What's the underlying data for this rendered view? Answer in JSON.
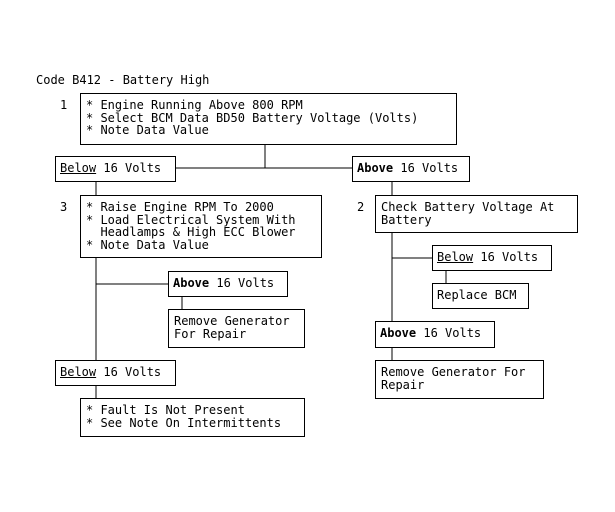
{
  "title": "Code B412 - Battery High",
  "steps": {
    "s1": {
      "num": "1",
      "lines": [
        "* Engine Running Above 800 RPM",
        "* Select BCM Data BD50 Battery Voltage (Volts)",
        "* Note Data Value"
      ]
    },
    "s3": {
      "num": "3",
      "lines": [
        "* Raise Engine RPM To 2000",
        "* Load Electrical System With",
        "  Headlamps & High ECC Blower",
        "* Note Data Value"
      ]
    },
    "s2": {
      "num": "2",
      "lines": [
        "Check Battery Voltage At",
        "Battery"
      ]
    }
  },
  "conditions": {
    "below": "Below",
    "above": "Above",
    "value": " 16 Volts"
  },
  "results": {
    "r_gen_left": [
      "Remove Generator",
      "For Repair"
    ],
    "r_fault": [
      "* Fault Is Not Present",
      "* See Note On Intermittents"
    ],
    "r_bcm": [
      "Replace BCM"
    ],
    "r_gen_right": [
      "Remove Generator For",
      "Repair"
    ]
  }
}
